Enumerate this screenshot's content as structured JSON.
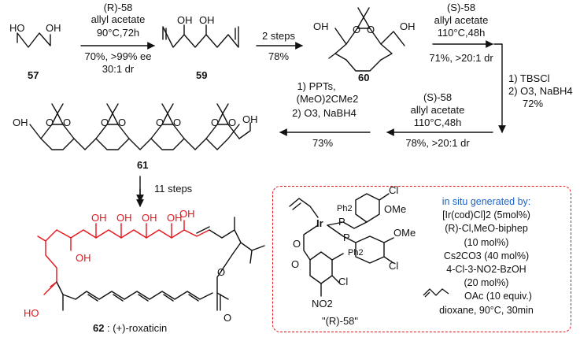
{
  "compounds": {
    "c57": "57",
    "c59": "59",
    "c60": "60",
    "c61": "61",
    "c62": "62",
    "c62_name": ": (+)-roxaticin"
  },
  "steps": {
    "s1": {
      "cat": "(R)-58",
      "l1": "allyl acetate",
      "l2": "90°C,72h",
      "l3": "70%, >99% ee",
      "l4": "30:1 dr"
    },
    "s2": {
      "l1": "2 steps",
      "l2": "78%"
    },
    "s3": {
      "cat": "(S)-58",
      "l1": "allyl acetate",
      "l2": "110°C,48h",
      "l3": "71%, >20:1 dr"
    },
    "s4": {
      "l1": "1) TBSCl",
      "l2": "2) O3, NaBH4",
      "l3": "72%"
    },
    "s5": {
      "cat": "(S)-58",
      "l1": "allyl acetate",
      "l2": "110°C,48h",
      "l3": "78%, >20:1 dr"
    },
    "s6": {
      "l1": "1) PPTs,",
      "l2": "(MeO)2CMe2",
      "l3": "2) O3, NaBH4",
      "l4": "73%"
    },
    "s7": {
      "l1": "11 steps"
    }
  },
  "atoms": {
    "oh": "OH",
    "ho": "HO",
    "o": "O",
    "ir": "Ir",
    "p": "P",
    "ph2": "Ph2",
    "cl": "Cl",
    "ome": "OMe",
    "no2": "NO2"
  },
  "inset": {
    "label": "\"(R)-58\"",
    "header": "in situ generated by:",
    "items": [
      "[Ir(cod)Cl]2 (5mol%)",
      "(R)-Cl,MeO-biphep",
      "(10 mol%)",
      "Cs2CO3 (40 mol%)",
      "4-Cl-3-NO2-BzOH",
      "(20 mol%)",
      "OAc (10 equiv.)",
      "dioxane, 90°C, 30min"
    ]
  },
  "colors": {
    "accent_red": "#e4141b",
    "accent_blue": "#1a63c8"
  }
}
